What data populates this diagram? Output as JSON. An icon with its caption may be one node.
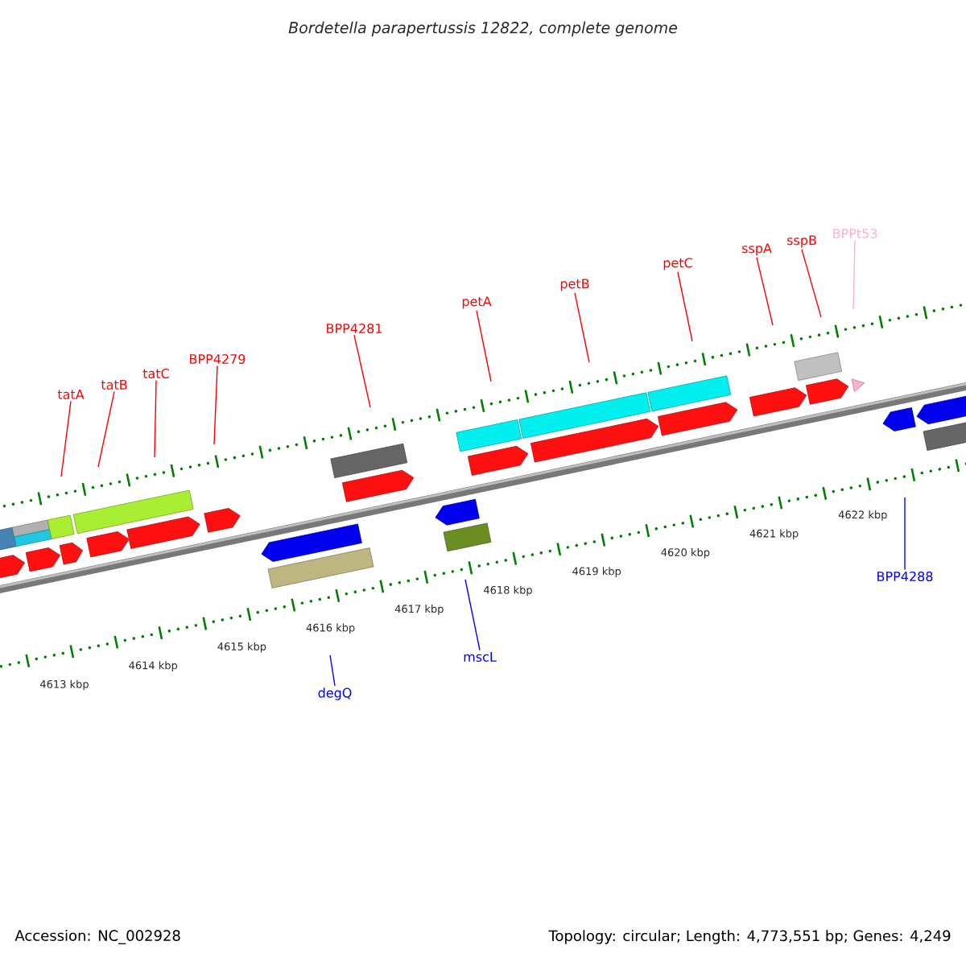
{
  "diagram": {
    "title": "Bordetella parapertussis 12822, complete genome",
    "nodes": [
      {
        "text": [
          "tatA"
        ]
      },
      {
        "text": [
          "tatB"
        ]
      },
      {
        "text": [
          "tatC"
        ]
      },
      {
        "text": [
          "BPP4279"
        ]
      },
      {
        "text": [
          "BPP4281"
        ]
      },
      {
        "text": [
          "petA"
        ]
      },
      {
        "text": [
          "petB"
        ]
      },
      {
        "text": [
          "petC"
        ]
      },
      {
        "text": [
          "sspA"
        ]
      },
      {
        "text": [
          "sspB"
        ]
      },
      {
        "text": [
          "BPPt53"
        ]
      },
      {
        "text": [
          "degQ"
        ]
      },
      {
        "text": [
          "mscL"
        ]
      },
      {
        "text": [
          "BPP4288"
        ]
      }
    ],
    "edges": [
      {
        "from": 0,
        "to": null,
        "arrow": "none"
      },
      {
        "from": 1,
        "to": null,
        "arrow": "none"
      },
      {
        "from": 2,
        "to": null,
        "arrow": "none"
      },
      {
        "from": 3,
        "to": null,
        "arrow": "none"
      },
      {
        "from": 4,
        "to": null,
        "arrow": "none"
      },
      {
        "from": 5,
        "to": null,
        "arrow": "none"
      },
      {
        "from": 6,
        "to": null,
        "arrow": "none"
      },
      {
        "from": 7,
        "to": null,
        "arrow": "none"
      },
      {
        "from": 8,
        "to": null,
        "arrow": "none"
      },
      {
        "from": 9,
        "to": null,
        "arrow": "none"
      },
      {
        "from": 10,
        "to": null,
        "arrow": "none",
        "color": "#ffb0cc"
      },
      {
        "from": 11,
        "to": null,
        "arrow": "none",
        "color": "#0000ff"
      },
      {
        "from": 12,
        "to": null,
        "arrow": "none",
        "color": "#0000ff"
      },
      {
        "from": 13,
        "to": null,
        "arrow": "none",
        "color": "#0000ff"
      }
    ],
    "labels": [
      "4613 kbp",
      "4614 kbp",
      "4615 kbp",
      "4616 kbp",
      "4617 kbp",
      "4618 kbp",
      "4619 kbp",
      "4620 kbp",
      "4621 kbp",
      "4622 kbp",
      "Accession: NC_002928",
      "Topology: circular; Length: 4,773,551 bp; Genes: 4,249"
    ]
  }
}
